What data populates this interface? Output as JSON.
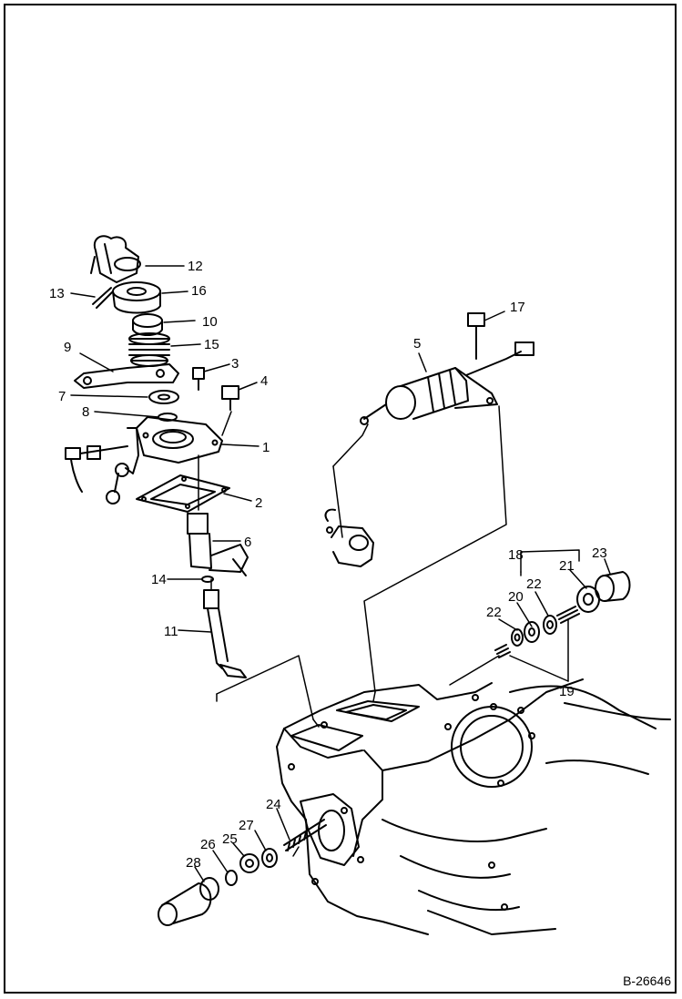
{
  "diagram": {
    "reference": "B-26646",
    "callouts": [
      "1",
      "2",
      "3",
      "4",
      "5",
      "6",
      "7",
      "8",
      "9",
      "10",
      "11",
      "12",
      "13",
      "14",
      "15",
      "16",
      "17",
      "18",
      "19",
      "20",
      "21",
      "22",
      "22",
      "23",
      "24",
      "25",
      "26",
      "27",
      "28"
    ]
  }
}
